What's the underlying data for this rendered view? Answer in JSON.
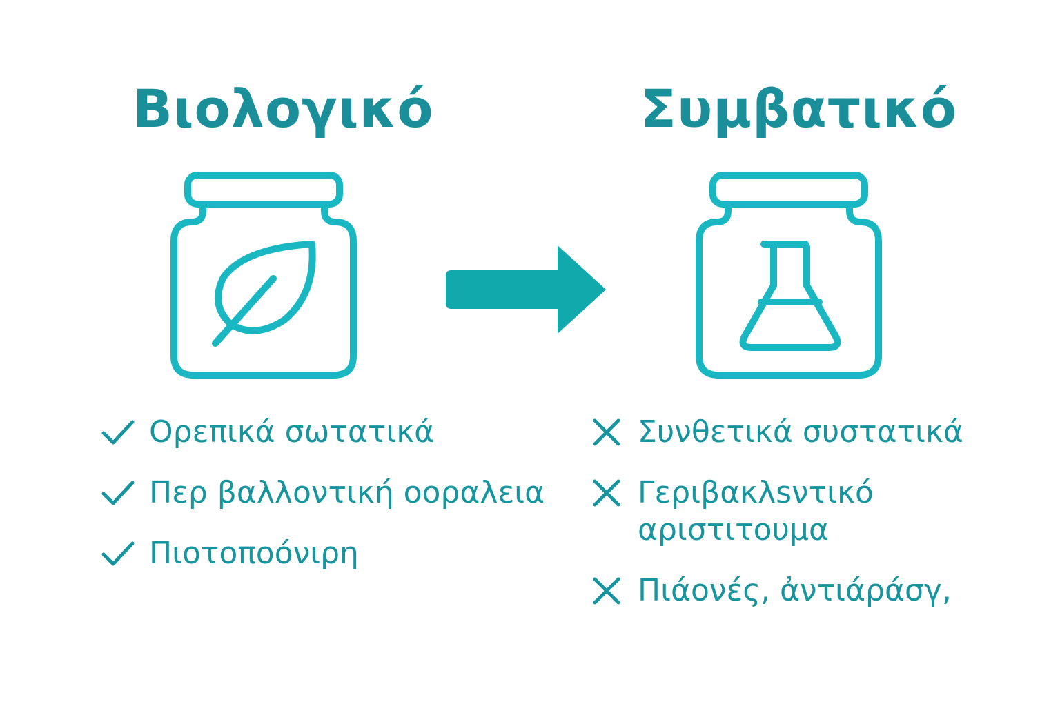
{
  "colors": {
    "title": "#1a8f99",
    "outline": "#19b7c1",
    "arrow": "#12a9ac",
    "list_text": "#17959e"
  },
  "left": {
    "title": "Βιολογικό",
    "icon": "leaf-icon",
    "mark_icon": "check-icon",
    "items": [
      "Oρεπικά σωτατικά",
      "Περ βαλλοντική οοραλεια",
      "Πιοτοποόνιρη"
    ]
  },
  "right": {
    "title": "Συμβατικό",
    "icon": "flask-icon",
    "mark_icon": "cross-icon",
    "items": [
      "Συνθετικά συστατικά",
      "Γεριβακλsντικό αριστιτουμα",
      "Πιάονές, ἀντιάράσγ,"
    ]
  },
  "arrow_icon": "arrow-right-icon"
}
